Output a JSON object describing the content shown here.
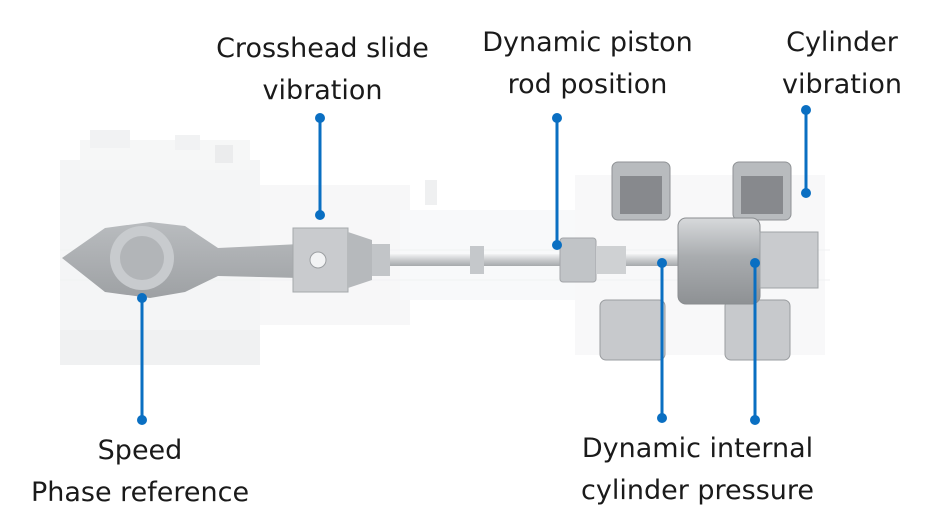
{
  "labels": {
    "crosshead": {
      "line1": "Crosshead slide",
      "line2": "vibration"
    },
    "piston_rod": {
      "line1": "Dynamic piston",
      "line2": "rod position"
    },
    "cylinder_vibration": {
      "line1": "Cylinder",
      "line2": "vibration"
    },
    "speed": {
      "line1": "Speed",
      "line2": "Phase reference"
    },
    "cylinder_pressure": {
      "line1": "Dynamic internal",
      "line2": "cylinder pressure"
    }
  },
  "colors": {
    "callout": "#0a6fc2",
    "machine_light": "#e6e8ea",
    "machine_mid": "#c4c7ca",
    "machine_dark": "#9a9da0",
    "text": "#1a1a1a"
  }
}
